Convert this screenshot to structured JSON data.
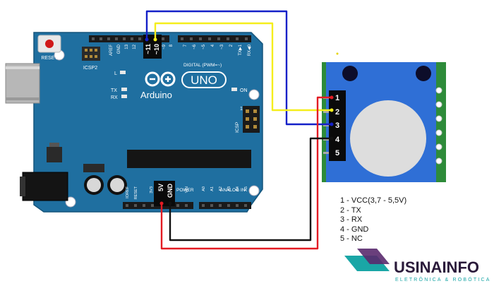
{
  "board": {
    "reset_label": "RESET",
    "icsp2_label": "ICSP2",
    "aref_label": "AREF",
    "gnd_top_label": "GND",
    "pin13_label": "13",
    "pin12_label": "12",
    "pin11_label": "~11",
    "pin10_label": "~10",
    "pin9_label": "~9",
    "pin8_label": "8",
    "pin7_label": "7",
    "pin6_label": "~6",
    "pin5_label": "~5",
    "pin4_label": "4",
    "pin3_label": "~3",
    "pin2_label": "2",
    "tx_pin_label": "TX▶1",
    "rx_pin_label": "RX◀0",
    "l_label": "L",
    "tx_label": "TX",
    "rx_label": "RX",
    "logo_text": "Arduino",
    "uno_text": "UNO",
    "on_label": "ON",
    "digital_label": "DIGITAL (PWM=~)",
    "icsp_label": "ICSP",
    "icsp_one": "1",
    "ioref_label": "IOREF",
    "reset_pin_label": "RESET",
    "v33_label": "3V3",
    "v5_label": "5V",
    "gnd_label": "GND",
    "vin_label": "VIN",
    "power_label": "POWER",
    "analog_label": "ANALOG IN",
    "a0": "A0",
    "a1": "A1",
    "a2": "A2",
    "a3": "A3",
    "a4": "A4",
    "a5": "A5"
  },
  "sensor": {
    "pins": [
      "1",
      "2",
      "3",
      "4",
      "5"
    ],
    "legend": [
      "1 - VCC(3,7 - 5,5V)",
      "2 - TX",
      "3 - RX",
      "4 - GND",
      "5 - NC"
    ]
  },
  "brand": {
    "name": "USINAINFO",
    "tagline": "ELETRÔNICA & ROBÓTICA"
  },
  "colors": {
    "board": "#1f6fa0",
    "wire_red": "#e31b23",
    "wire_black": "#111111",
    "wire_blue": "#1420c8",
    "wire_yellow": "#f5ee1c",
    "sensor_blue": "#2f6fd6",
    "sensor_green": "#2e8b3a",
    "brand_teal": "#1aa6a6",
    "brand_purple": "#5a2a6e"
  }
}
